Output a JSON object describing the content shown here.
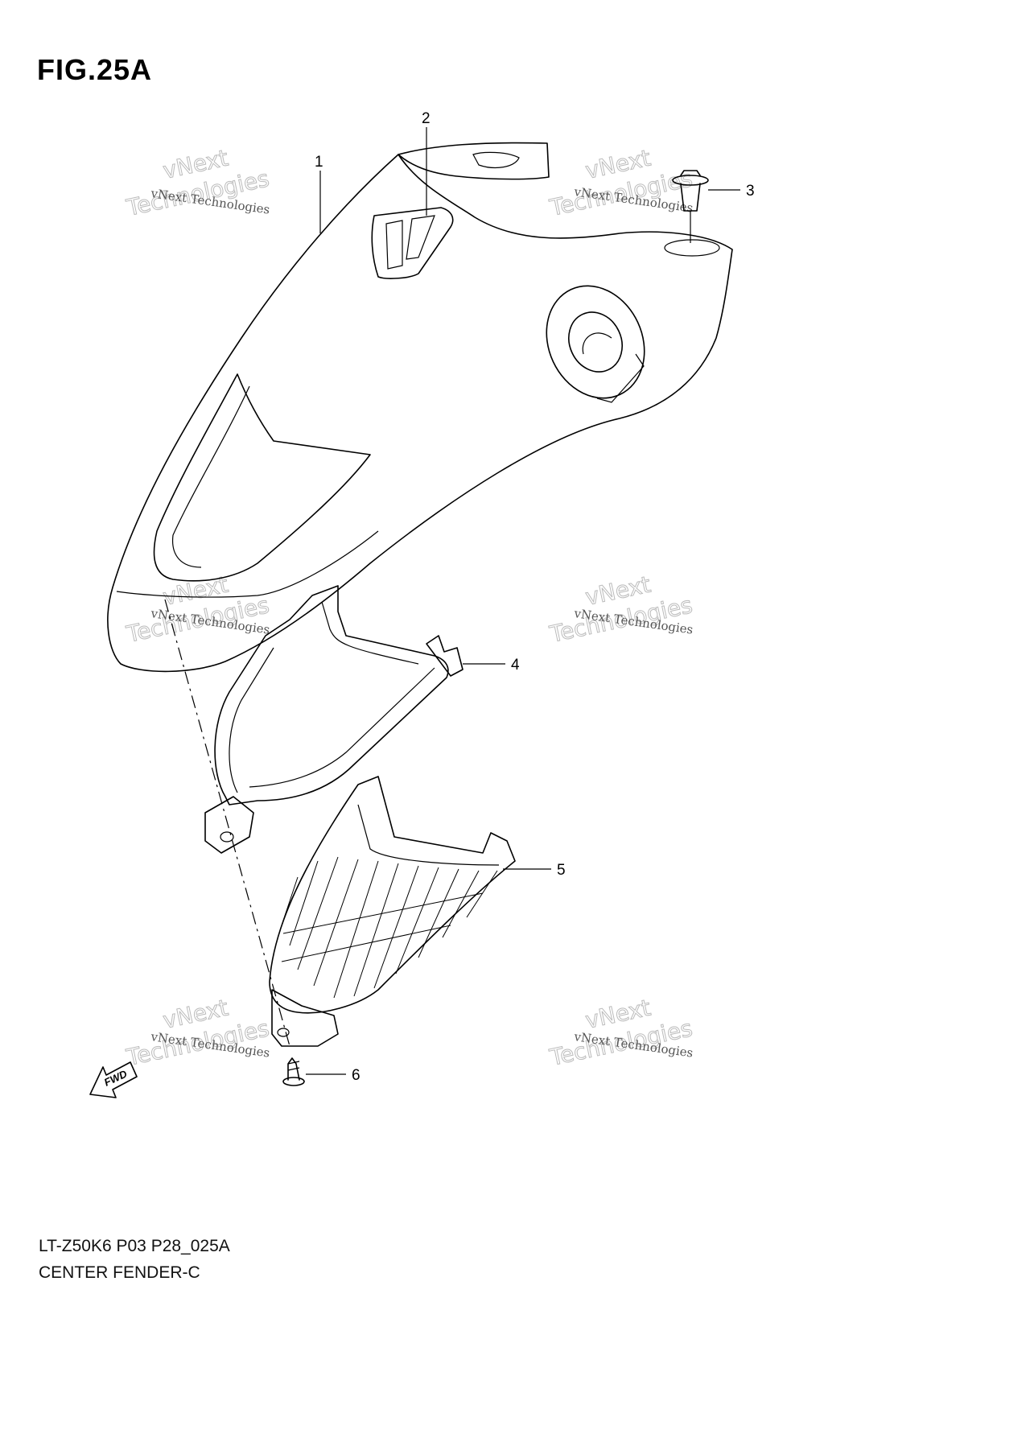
{
  "figure": {
    "title": "FIG.25A"
  },
  "callouts": [
    {
      "number": "1"
    },
    {
      "number": "2"
    },
    {
      "number": "3"
    },
    {
      "number": "4"
    },
    {
      "number": "5"
    },
    {
      "number": "6"
    }
  ],
  "watermark": {
    "line_small": "vNext Technologies",
    "line_top": "vNext",
    "line_bottom": "Technologies"
  },
  "fwd_label": "FWD",
  "footer": {
    "model_code": "LT-Z50K6 P03 P28_025A",
    "part_name": "CENTER FENDER-C"
  }
}
